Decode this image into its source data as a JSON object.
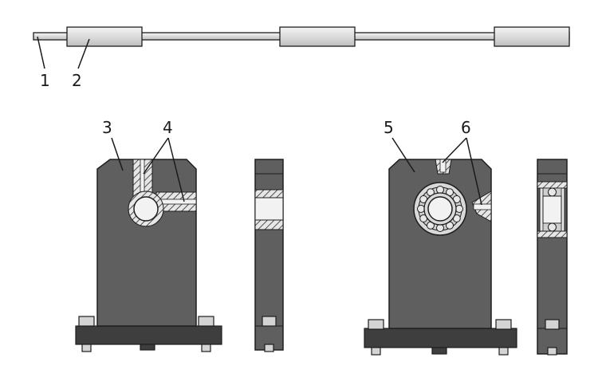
{
  "callouts": {
    "c1": "1",
    "c2": "2",
    "c3": "3",
    "c4": "4",
    "c5": "5",
    "c6": "6"
  },
  "colors": {
    "housing": "#5f5f5f",
    "bushing": "#e6e6e6",
    "outline": "#1e1e1e"
  }
}
